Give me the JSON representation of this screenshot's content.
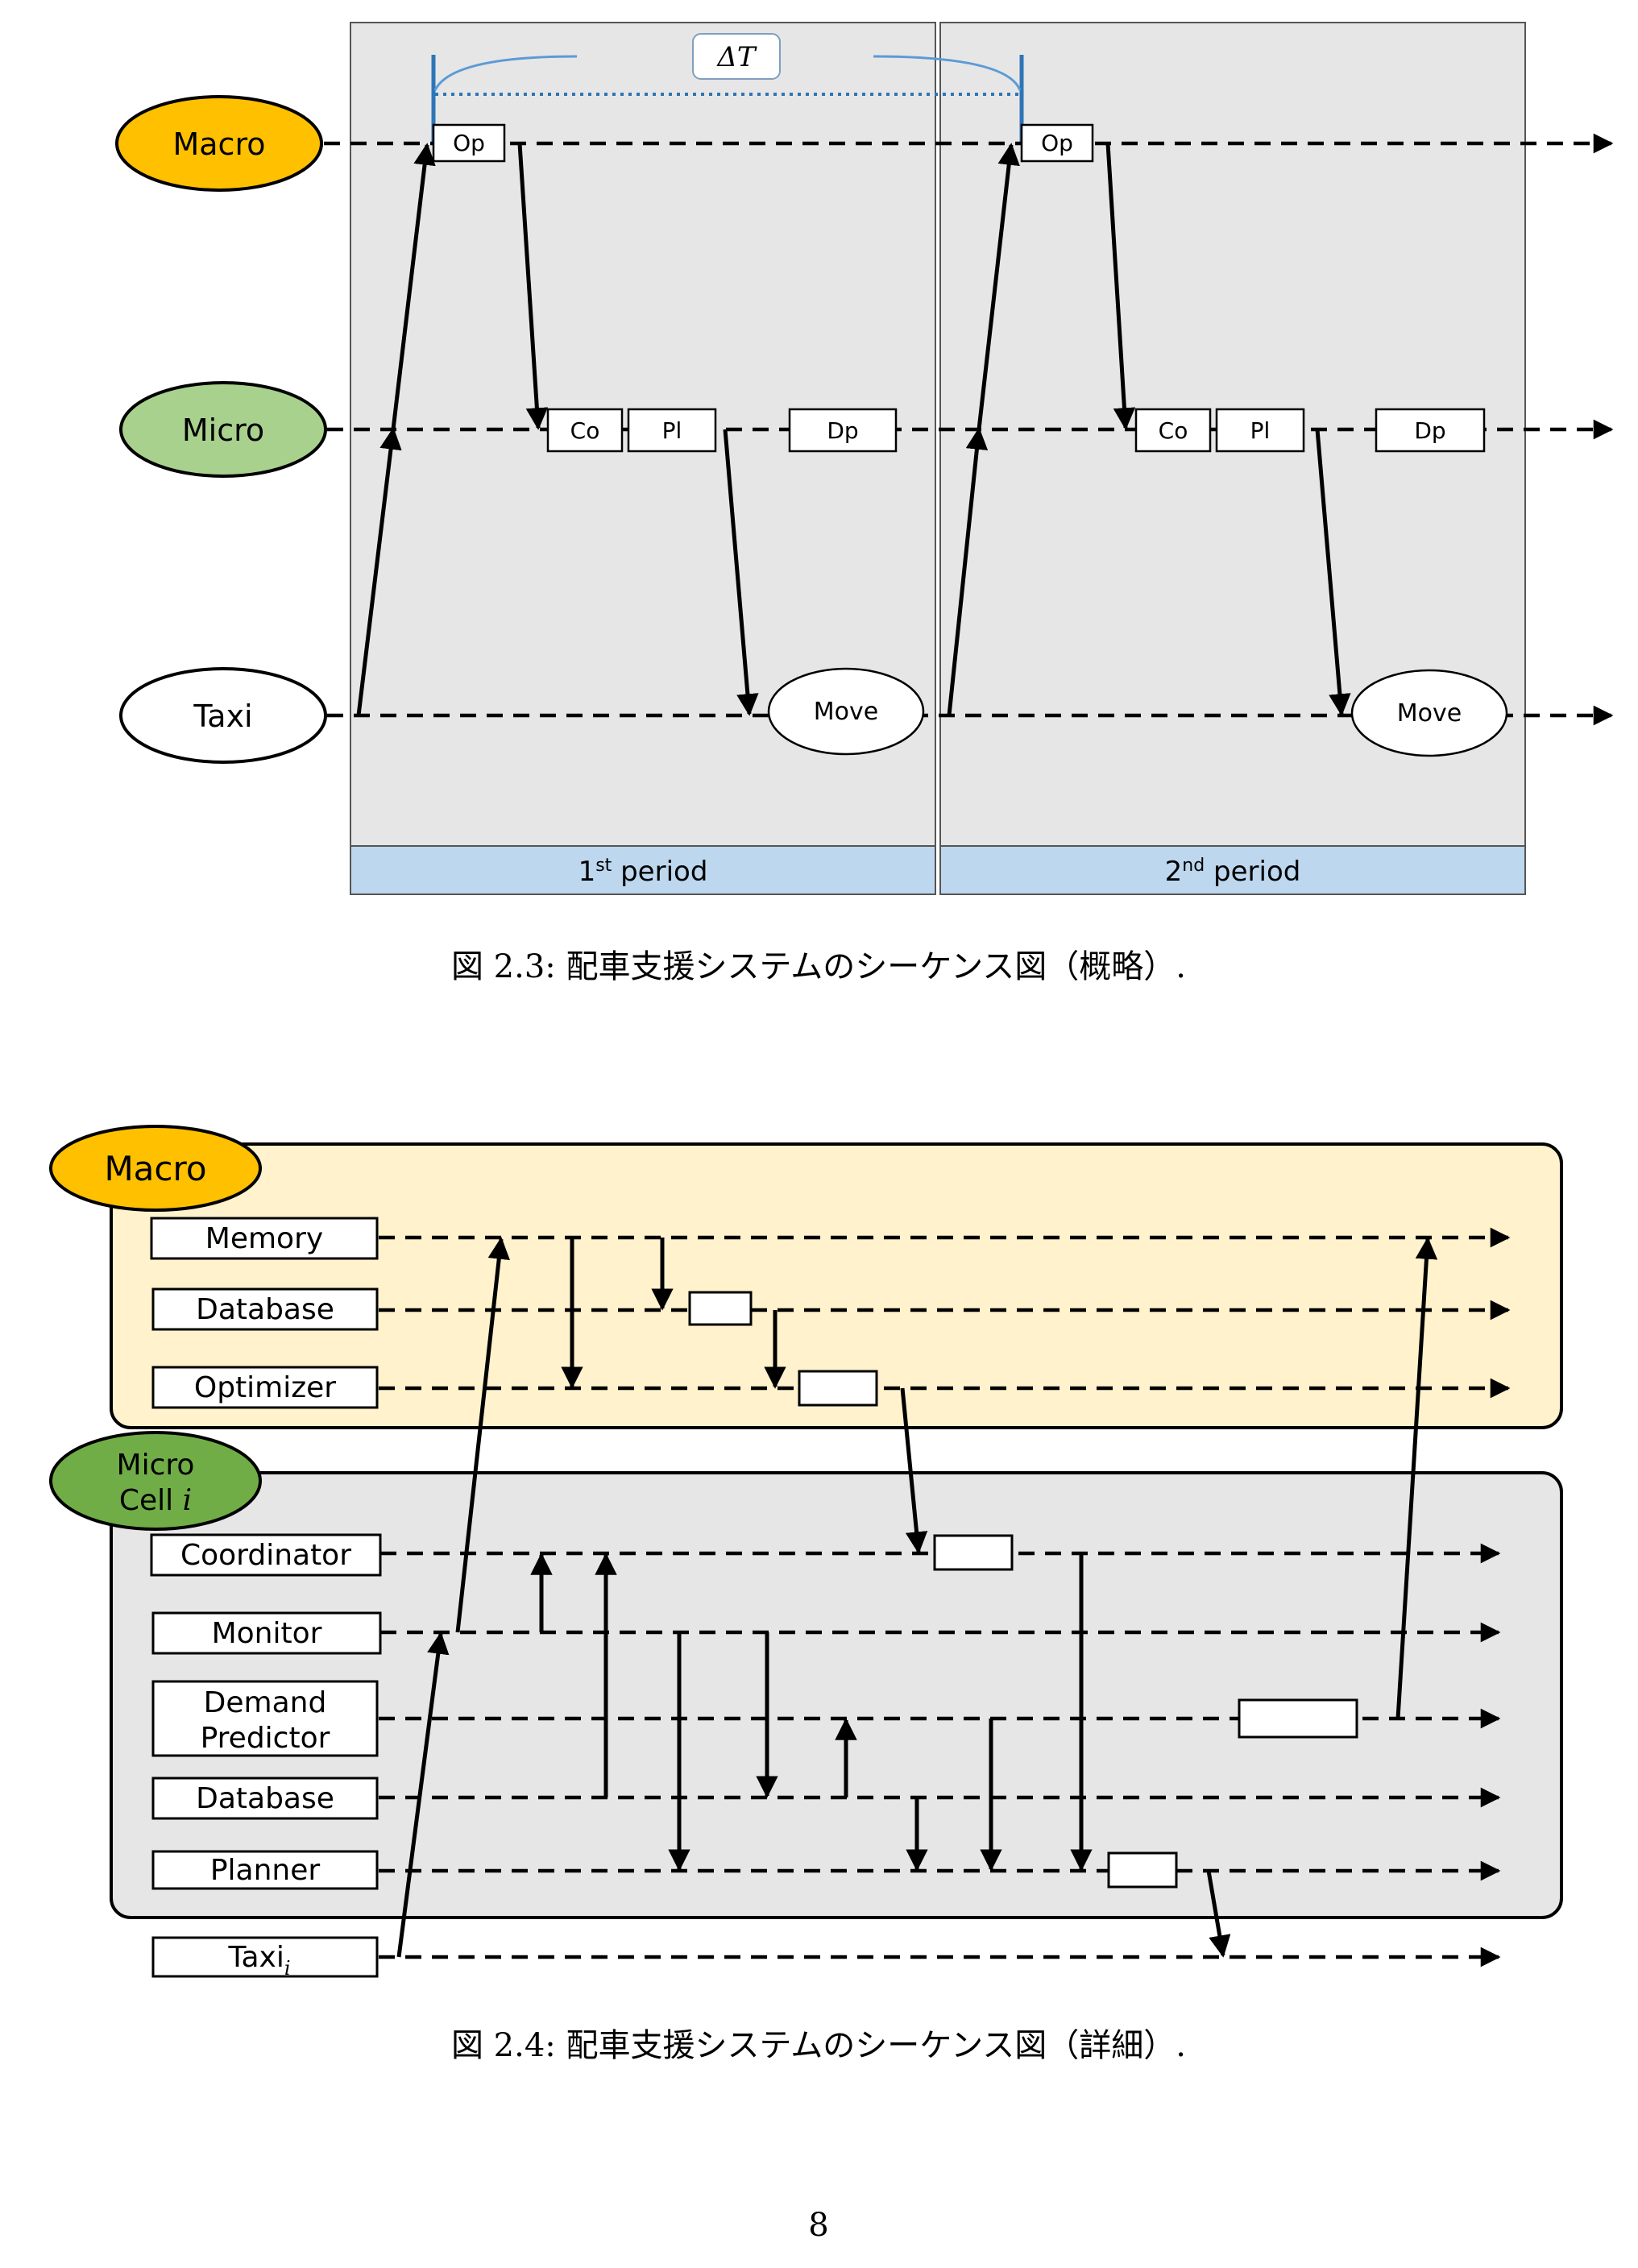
{
  "figure1": {
    "delta_t": "ΔT",
    "actors": {
      "macro": "Macro",
      "micro": "Micro",
      "taxi": "Taxi"
    },
    "boxes": {
      "op": "Op",
      "co": "Co",
      "pl": "Pl",
      "dp": "Dp",
      "move": "Move"
    },
    "periods": {
      "p1_num": "1",
      "p1_sup": "st",
      "p1_label": " period",
      "p2_num": "2",
      "p2_sup": "nd",
      "p2_label": " period"
    },
    "caption": "図 2.3: 配車支援システムのシーケンス図（概略）."
  },
  "figure2": {
    "macro_label": "Macro",
    "micro_label_1": "Micro",
    "micro_label_2": "Cell ",
    "micro_label_i": "i",
    "macro_rows": [
      "Memory",
      "Database",
      "Optimizer"
    ],
    "micro_rows": [
      "Coordinator",
      "Monitor",
      "Demand",
      "Predictor",
      "Database",
      "Planner"
    ],
    "taxi_label": "Taxi",
    "taxi_sub": "i",
    "caption": "図 2.4: 配車支援システムのシーケンス図（詳細）."
  },
  "page_number": "8",
  "colors": {
    "macro": "#ffc000",
    "micro": "#a9d18e",
    "period_bar": "#bdd7ee",
    "panel_gray": "#e6e6e6",
    "macro_panel": "#fff2cc",
    "delta_line": "#5b9bd5"
  }
}
